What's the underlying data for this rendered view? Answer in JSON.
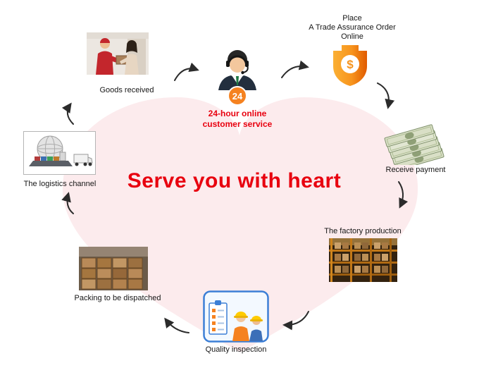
{
  "title": "Serve you with heart",
  "colors": {
    "heart_pink": "#fcebed",
    "accent_red": "#e8000f",
    "shield_orange": "#f7941d",
    "badge_orange": "#f58220",
    "arrow_dark": "#2b2b2b",
    "quality_border": "#3c7fd6"
  },
  "steps": {
    "goods_received": {
      "label": "Goods received",
      "icon": "delivery-handover-photo"
    },
    "customer_service": {
      "line1": "24-hour online",
      "line2": "customer service",
      "badge": "24",
      "icon": "headset-agent-icon"
    },
    "trade_assurance": {
      "line1": "Place",
      "line2": "A Trade Assurance Order",
      "line3": "Online",
      "dollar": "$",
      "icon": "trade-assurance-shield-icon"
    },
    "receive_payment": {
      "label": "Receive payment",
      "icon": "dollar-bills-icon"
    },
    "factory_production": {
      "label": "The factory production",
      "icon": "warehouse-shelves-photo"
    },
    "quality_inspection": {
      "label": "Quality inspection",
      "icon": "inspectors-checklist-icon"
    },
    "packing": {
      "label": "Packing to be dispatched",
      "icon": "carton-boxes-photo"
    },
    "logistics": {
      "label": "The logistics channel",
      "icon": "globe-ship-truck-photo"
    }
  }
}
